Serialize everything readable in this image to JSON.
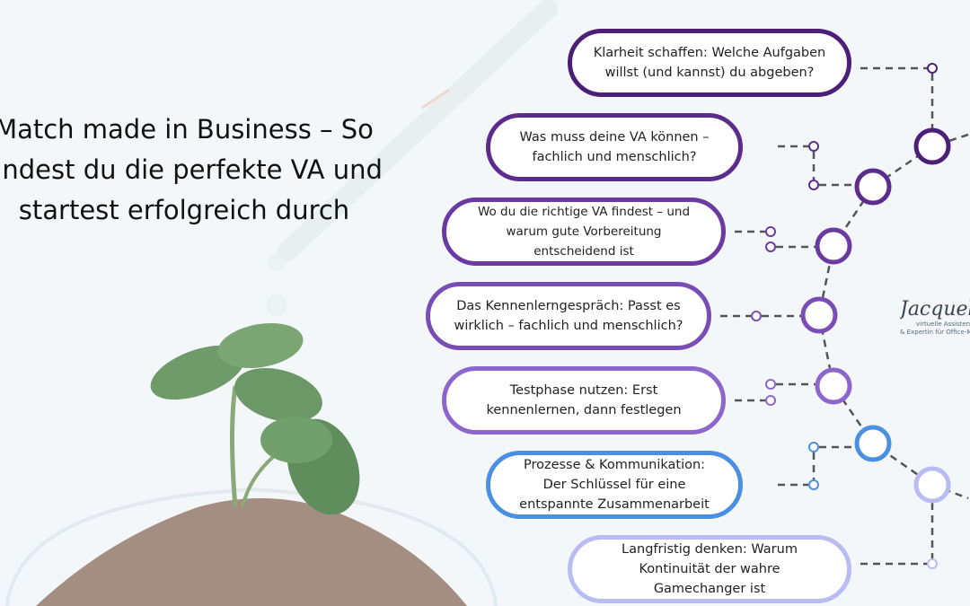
{
  "title": "Match made in Business – So findest du die perfekte VA und startest erfolgreich durch",
  "steps": [
    {
      "text": "Klarheit schaffen: Welche Aufgaben willst (und kannst) du abgeben?",
      "color": "#4b1f78"
    },
    {
      "text": "Was muss deine VA können – fachlich und menschlich?",
      "color": "#5b2b8e"
    },
    {
      "text": "Wo du die richtige VA findest – und warum gute Vorbereitung entscheidend ist",
      "color": "#6a3aa2"
    },
    {
      "text": "Das Kennenlerngespräch: Passt es wirklich – fachlich und menschlich?",
      "color": "#7a4db6"
    },
    {
      "text": "Testphase nutzen: Erst kennenlernen, dann festlegen",
      "color": "#8c66cc"
    },
    {
      "text": "Prozesse & Kommunikation: Der Schlüssel für eine entspannte Zusammenarbeit",
      "color": "#4a90e2"
    },
    {
      "text": "Langfristig denken: Warum Kontinuität der wahre Gamechanger ist",
      "color": "#b9bcf2"
    }
  ],
  "logo": {
    "signature": "Jacqueline B",
    "line1": "virtuelle Assistenti",
    "line2": "& Expertin für Office-Ma"
  }
}
